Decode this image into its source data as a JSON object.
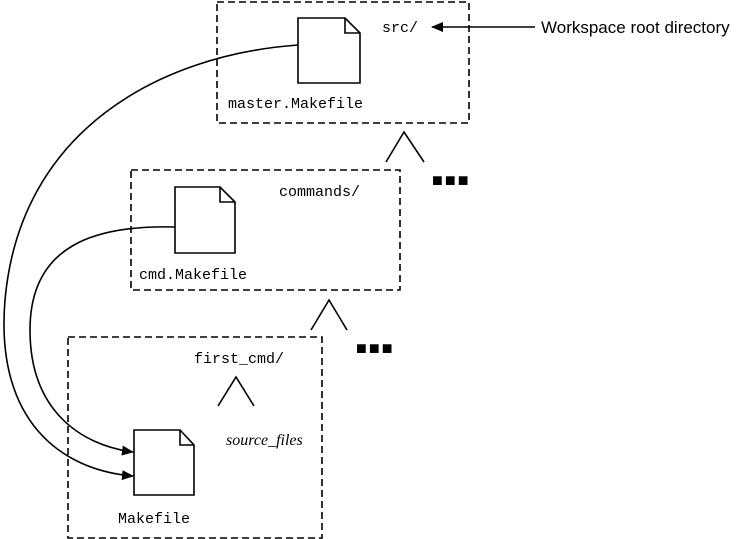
{
  "directories": {
    "root": {
      "label": "src/",
      "file": "master.Makefile"
    },
    "commands": {
      "label": "commands/",
      "file": "cmd.Makefile"
    },
    "first_cmd": {
      "label": "first_cmd/",
      "file": "Makefile",
      "subtree": "source_files"
    }
  },
  "annotation": {
    "root_label": "Workspace root directory"
  },
  "ellipsis": "■■■"
}
